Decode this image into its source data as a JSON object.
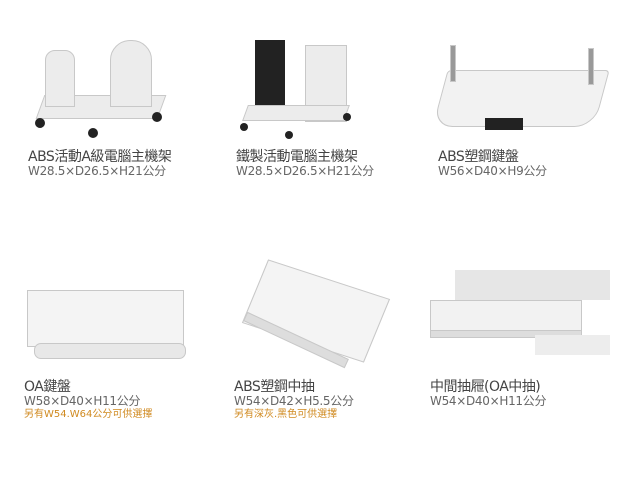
{
  "products": [
    {
      "name": "ABS活動A級電腦主機架",
      "dims": "W28.5×D26.5×H21公分",
      "note": null
    },
    {
      "name": "鐵製活動電腦主機架",
      "dims": "W28.5×D26.5×H21公分",
      "note": null
    },
    {
      "name": "ABS塑鋼鍵盤",
      "dims": "W56×D40×H9公分",
      "note": null
    },
    {
      "name": "OA鍵盤",
      "dims": "W58×D40×H11公分",
      "note": "另有W54.W64公分可供選擇"
    },
    {
      "name": "ABS塑鋼中抽",
      "dims": "W54×D42×H5.5公分",
      "note": "另有深灰.黑色可供選擇"
    },
    {
      "name": "中間抽屜(OA中抽)",
      "dims": "W54×D40×H11公分",
      "note": null
    }
  ],
  "colors": {
    "note": "#d08a20"
  }
}
